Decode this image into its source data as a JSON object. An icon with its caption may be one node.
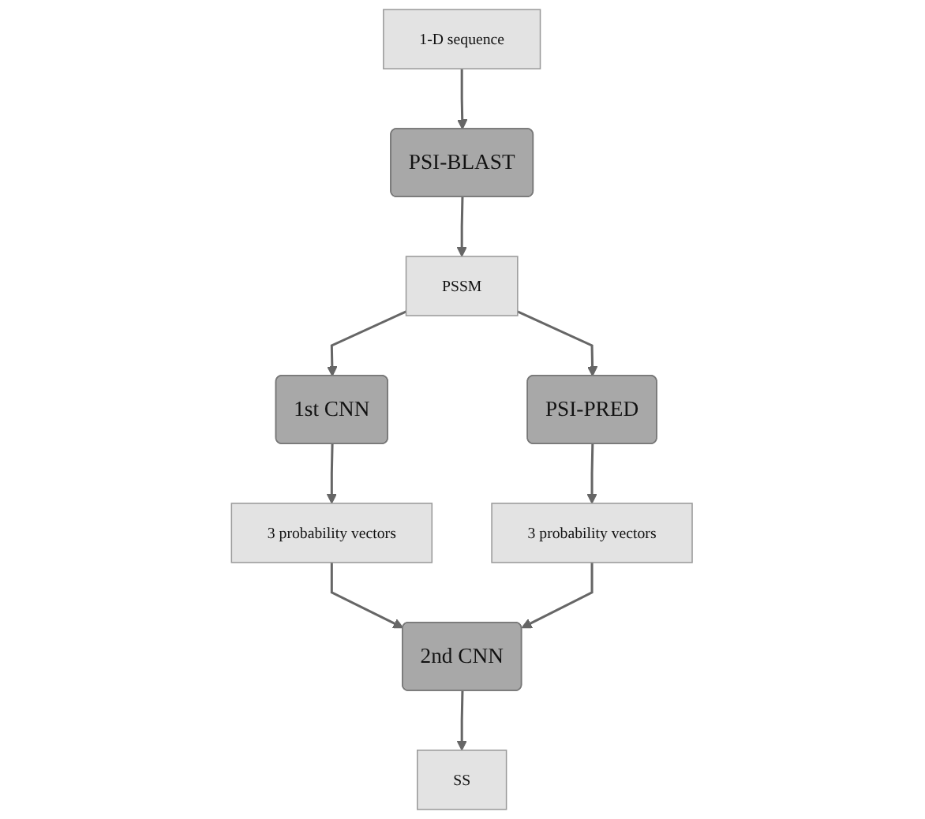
{
  "diagram": {
    "nodes": [
      {
        "text": [
          "1-D sequence"
        ]
      },
      {
        "text": [
          "PSI-BLAST"
        ]
      },
      {
        "text": [
          "PSSM"
        ]
      },
      {
        "text": [
          "1st CNN"
        ]
      },
      {
        "text": [
          "PSI-PRED"
        ]
      },
      {
        "text": [
          "3 probability vectors"
        ]
      },
      {
        "text": [
          "3 probability vectors"
        ]
      },
      {
        "text": [
          "2nd CNN"
        ]
      },
      {
        "text": [
          "SS"
        ]
      }
    ],
    "edges": [
      {
        "from": 0,
        "to": 1,
        "arrow": "to"
      },
      {
        "from": 1,
        "to": 2,
        "arrow": "to"
      },
      {
        "from": 2,
        "to": 3,
        "arrow": "to"
      },
      {
        "from": 2,
        "to": 4,
        "arrow": "to"
      },
      {
        "from": 3,
        "to": 5,
        "arrow": "to"
      },
      {
        "from": 4,
        "to": 6,
        "arrow": "to"
      },
      {
        "from": 5,
        "to": 7,
        "arrow": "to"
      },
      {
        "from": 6,
        "to": 7,
        "arrow": "to"
      },
      {
        "from": 7,
        "to": 8,
        "arrow": "to"
      }
    ]
  }
}
